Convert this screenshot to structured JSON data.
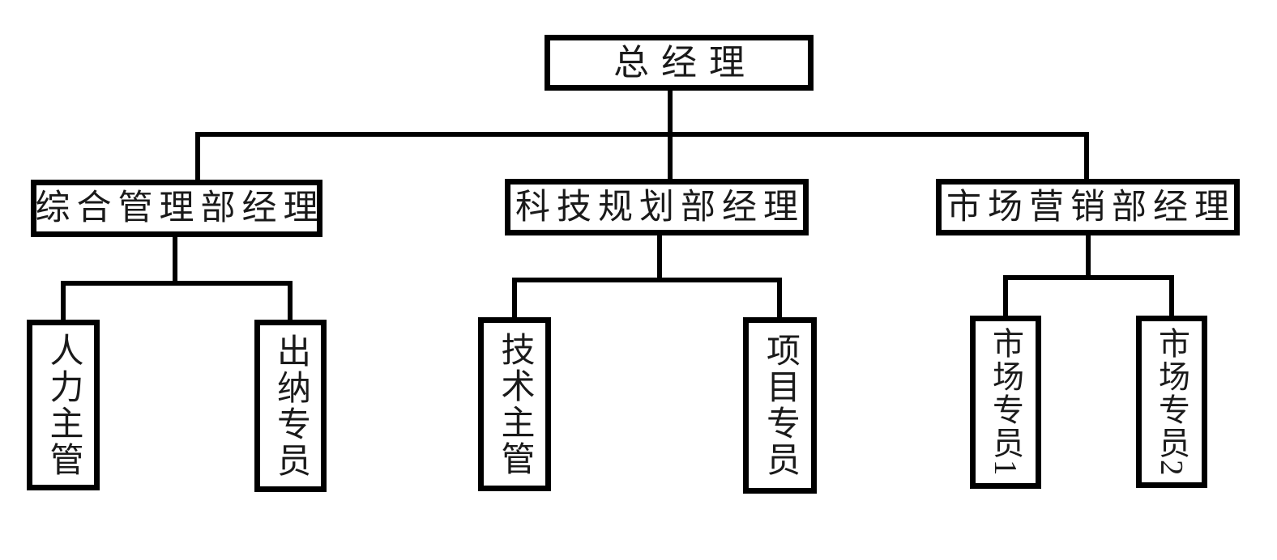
{
  "diagram": {
    "type": "org-chart",
    "background_color": "#ffffff",
    "box_border_color": "#000000",
    "connector_color": "#000000",
    "text_color": "#1a1a1a",
    "nodes": {
      "root": {
        "label": "总经理",
        "level": 1,
        "text_direction": "horizontal"
      },
      "dept1": {
        "label": "综合管理部经理",
        "level": 2,
        "text_direction": "horizontal"
      },
      "dept2": {
        "label": "科技规划部经理",
        "level": 2,
        "text_direction": "horizontal"
      },
      "dept3": {
        "label": "市场营销部经理",
        "level": 2,
        "text_direction": "horizontal"
      },
      "sub1": {
        "label": "人力主管",
        "level": 3,
        "text_direction": "vertical"
      },
      "sub2": {
        "label": "出纳专员",
        "level": 3,
        "text_direction": "vertical"
      },
      "sub3": {
        "label": "技术主管",
        "level": 3,
        "text_direction": "vertical"
      },
      "sub4": {
        "label": "项目专员",
        "level": 3,
        "text_direction": "vertical"
      },
      "sub5": {
        "label": "市场专员1",
        "level": 3,
        "text_direction": "vertical"
      },
      "sub6": {
        "label": "市场专员2",
        "level": 3,
        "text_direction": "vertical"
      }
    },
    "edges": [
      [
        "root",
        "dept1"
      ],
      [
        "root",
        "dept2"
      ],
      [
        "root",
        "dept3"
      ],
      [
        "dept1",
        "sub1"
      ],
      [
        "dept1",
        "sub2"
      ],
      [
        "dept2",
        "sub3"
      ],
      [
        "dept2",
        "sub4"
      ],
      [
        "dept3",
        "sub5"
      ],
      [
        "dept3",
        "sub6"
      ]
    ]
  }
}
